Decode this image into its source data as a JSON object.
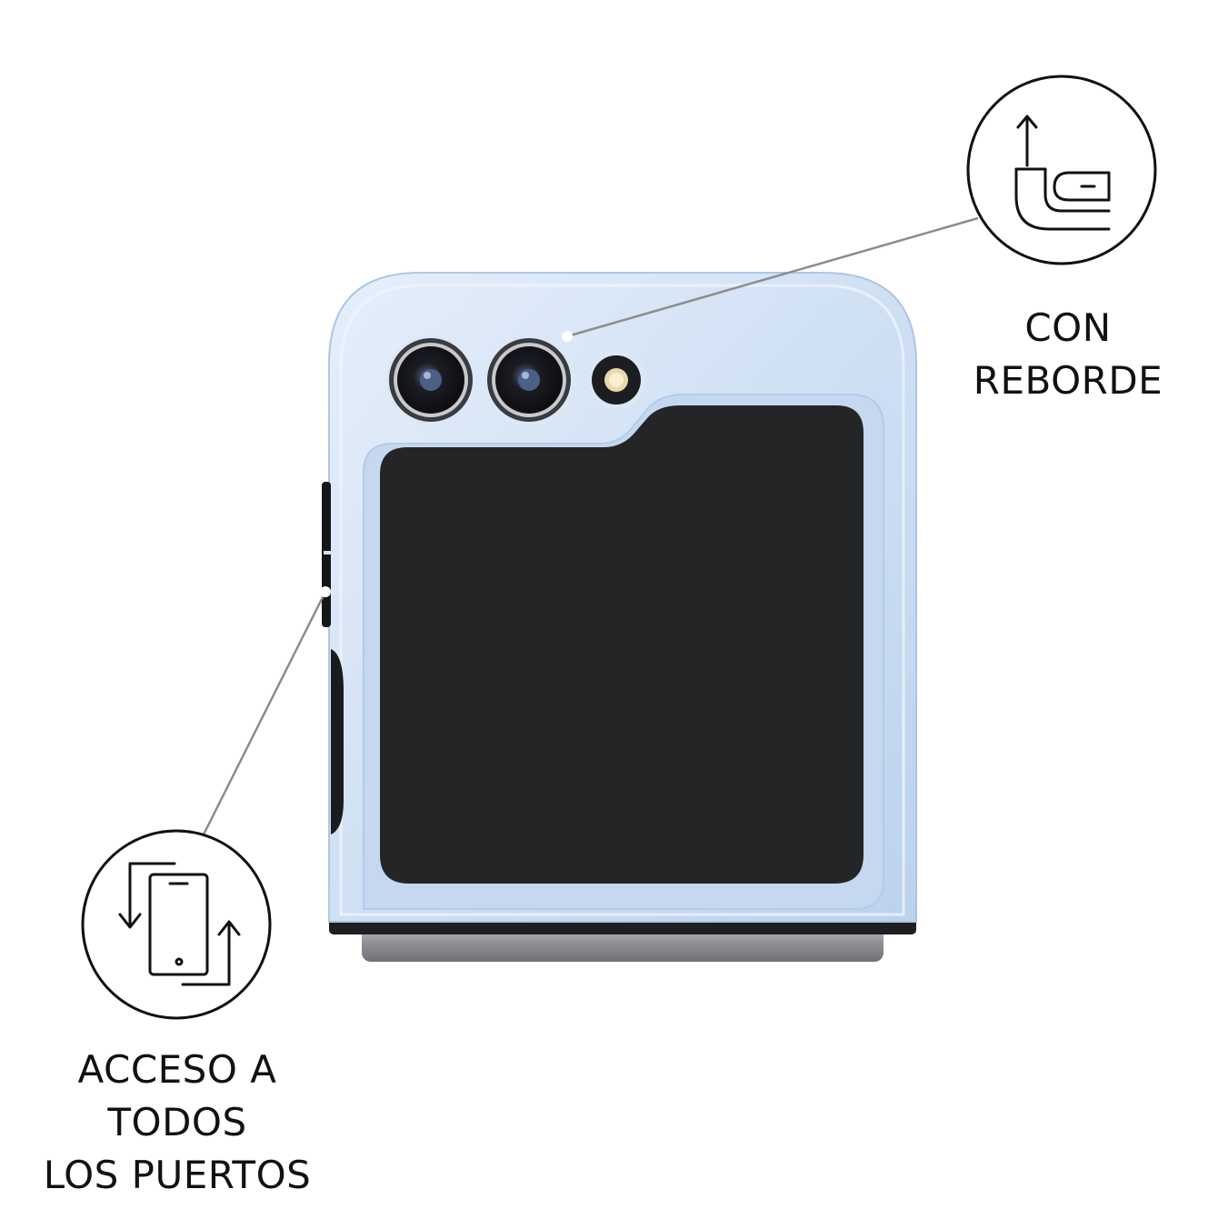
{
  "features": {
    "reborde": {
      "icon": "raised-lip-icon",
      "lines": [
        "CON",
        "REBORDE"
      ]
    },
    "puertos": {
      "icon": "phone-ports-access-icon",
      "lines": [
        "ACCESO A",
        "TODOS",
        "LOS PUERTOS"
      ]
    }
  },
  "product": {
    "name": "phone-case",
    "case_color": "#cfe0f4",
    "screen_color": "#242526",
    "hinge_color": "#8a8c90"
  }
}
